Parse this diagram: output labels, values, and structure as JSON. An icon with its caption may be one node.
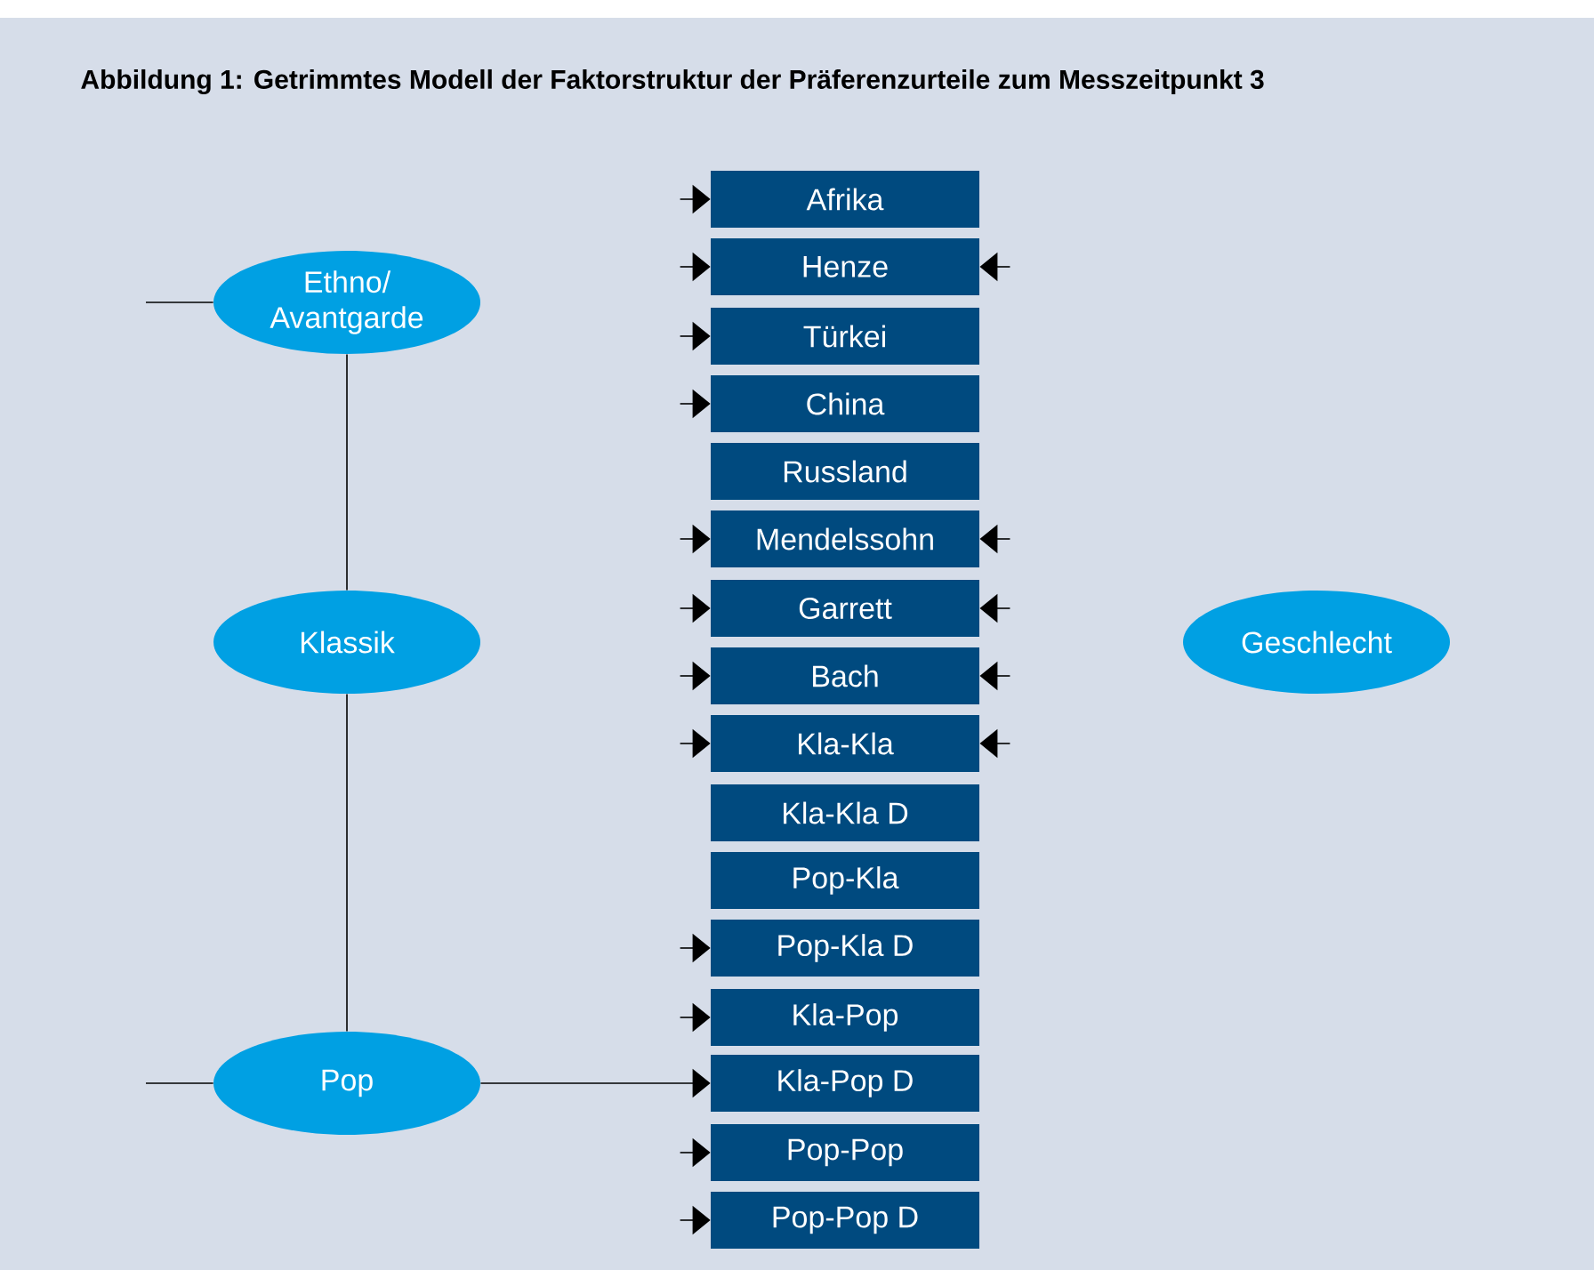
{
  "diagram": {
    "title": "Abbildung 1: Getrimmtes Modell der Faktorstruktur der Präferenzurteile zum Messzeitpunkt 3",
    "nodes": [
      {
        "text": [
          "Ethno/ Avantgarde"
        ]
      },
      {
        "text": [
          "Klassik"
        ]
      },
      {
        "text": [
          "Pop"
        ]
      },
      {
        "text": [
          "Geschlecht"
        ]
      },
      {
        "text": [
          "Afrika"
        ]
      },
      {
        "text": [
          "Henze"
        ]
      },
      {
        "text": [
          "Türkei"
        ]
      },
      {
        "text": [
          "China"
        ]
      },
      {
        "text": [
          "Russland"
        ]
      },
      {
        "text": [
          "Mendelssohn"
        ]
      },
      {
        "text": [
          "Garrett"
        ]
      },
      {
        "text": [
          "Bach"
        ]
      },
      {
        "text": [
          "Kla-Kla"
        ]
      },
      {
        "text": [
          "Kla-Kla D"
        ]
      },
      {
        "text": [
          "Pop-Kla"
        ]
      },
      {
        "text": [
          "Pop-Kla D"
        ]
      },
      {
        "text": [
          "Kla-Pop"
        ]
      },
      {
        "text": [
          "Kla-Pop D"
        ]
      },
      {
        "text": [
          "Pop-Pop"
        ]
      },
      {
        "text": [
          "Pop-Pop D"
        ]
      }
    ],
    "edges": [
      {
        "from": null,
        "to": 0,
        "arrow": "none"
      },
      {
        "from": 0,
        "to": 1,
        "arrow": "none"
      },
      {
        "from": 1,
        "to": 2,
        "arrow": "none"
      },
      {
        "from": null,
        "to": 2,
        "arrow": "none"
      },
      {
        "from": 2,
        "to": 17,
        "arrow": "to"
      },
      {
        "from": null,
        "to": 4,
        "arrow": "to"
      },
      {
        "from": null,
        "to": 5,
        "arrow": "to"
      },
      {
        "from": null,
        "to": 6,
        "arrow": "to"
      },
      {
        "from": null,
        "to": 7,
        "arrow": "to"
      },
      {
        "from": null,
        "to": 9,
        "arrow": "to"
      },
      {
        "from": null,
        "to": 10,
        "arrow": "to"
      },
      {
        "from": null,
        "to": 11,
        "arrow": "to"
      },
      {
        "from": null,
        "to": 12,
        "arrow": "to"
      },
      {
        "from": null,
        "to": 15,
        "arrow": "to"
      },
      {
        "from": null,
        "to": 16,
        "arrow": "to"
      },
      {
        "from": null,
        "to": 18,
        "arrow": "to"
      },
      {
        "from": null,
        "to": 19,
        "arrow": "to"
      },
      {
        "from": null,
        "to": 5,
        "arrow": "to"
      },
      {
        "from": null,
        "to": 9,
        "arrow": "to"
      },
      {
        "from": null,
        "to": 10,
        "arrow": "to"
      },
      {
        "from": null,
        "to": 11,
        "arrow": "to"
      },
      {
        "from": null,
        "to": 12,
        "arrow": "to"
      }
    ]
  }
}
